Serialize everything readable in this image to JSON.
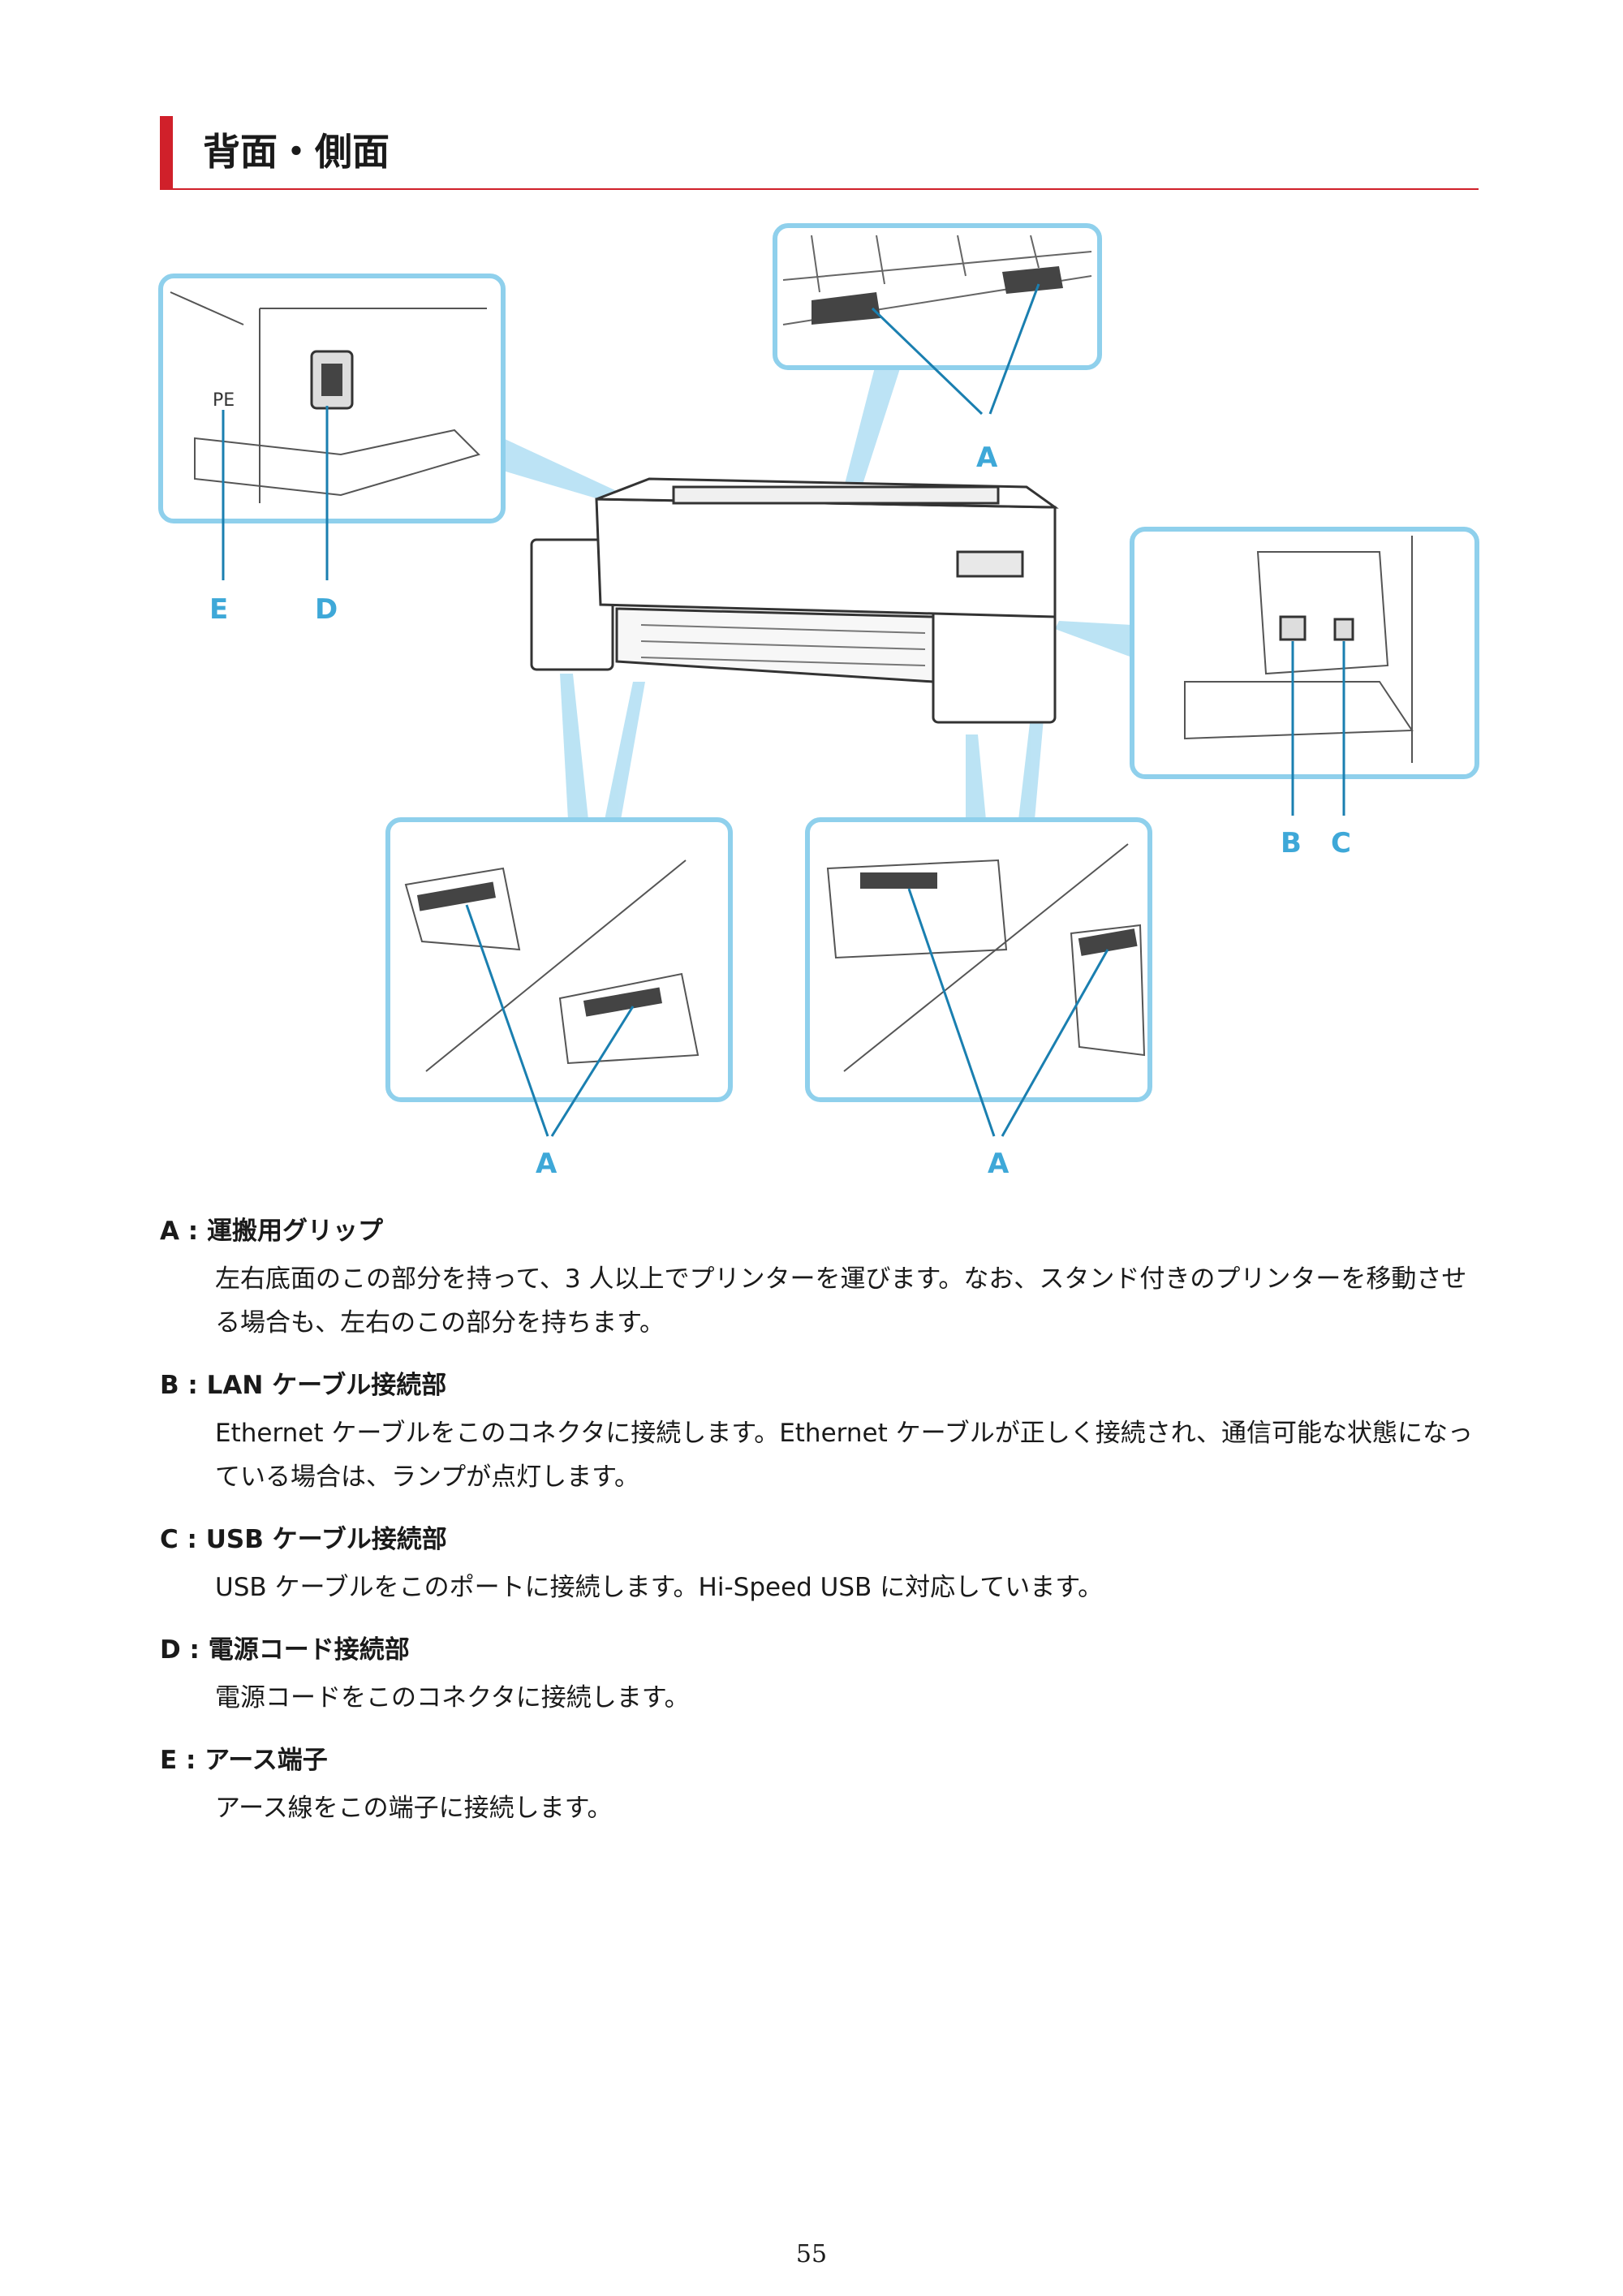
{
  "heading": {
    "title": "背面・側面"
  },
  "figure": {
    "labels": {
      "a_top": "A",
      "a_left": "A",
      "a_right": "A",
      "b": "B",
      "c": "C",
      "d": "D",
      "e": "E",
      "pe_mark": "PE"
    },
    "colors": {
      "callout": "#3ea8d8",
      "frame": "#8fd0ec",
      "beam": "#b8e2f4"
    },
    "icons": [
      "printer-illustration",
      "power-connector-icon",
      "lan-port-icon",
      "usb-port-icon",
      "grip-icon"
    ]
  },
  "items": [
    {
      "term": "A : 運搬用グリップ",
      "desc": "左右底面のこの部分を持って、3 人以上でプリンターを運びます。なお、スタンド付きのプリンターを移動させる場合も、左右のこの部分を持ちます。"
    },
    {
      "term": "B : LAN ケーブル接続部",
      "desc": "Ethernet ケーブルをこのコネクタに接続します。Ethernet ケーブルが正しく接続され、通信可能な状態になっている場合は、ランプが点灯します。"
    },
    {
      "term": "C : USB ケーブル接続部",
      "desc": "USB ケーブルをこのポートに接続します。Hi-Speed USB に対応しています。"
    },
    {
      "term": "D : 電源コード接続部",
      "desc": "電源コードをこのコネクタに接続します。"
    },
    {
      "term": "E : アース端子",
      "desc": "アース線をこの端子に接続します。"
    }
  ],
  "page_number": "55"
}
